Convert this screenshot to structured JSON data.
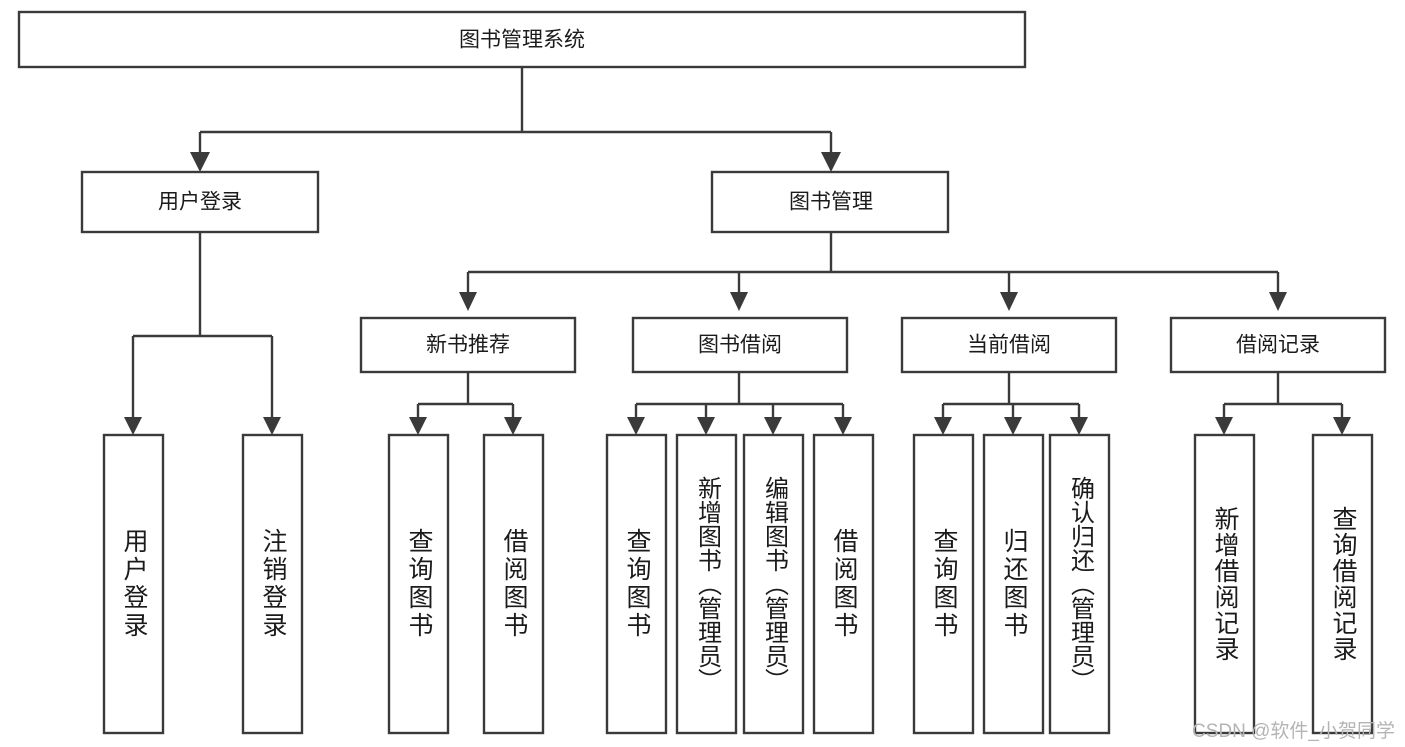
{
  "diagram": {
    "type": "tree-hierarchy",
    "title": "图书管理系统",
    "levels": {
      "root": {
        "label": "图书管理系统"
      },
      "level2": [
        {
          "id": "user-login",
          "label": "用户登录"
        },
        {
          "id": "book-management",
          "label": "图书管理"
        }
      ],
      "level3": [
        {
          "id": "new-book-recommend",
          "label": "新书推荐"
        },
        {
          "id": "book-borrow",
          "label": "图书借阅"
        },
        {
          "id": "current-borrow",
          "label": "当前借阅"
        },
        {
          "id": "borrow-record",
          "label": "借阅记录"
        }
      ],
      "leaves": [
        {
          "id": "leaf-user-login",
          "label": "用户登录",
          "parent": "user-login"
        },
        {
          "id": "leaf-user-logout",
          "label": "注销登录",
          "parent": "user-login"
        },
        {
          "id": "leaf-query-book-1",
          "label": "查询图书",
          "parent": "new-book-recommend"
        },
        {
          "id": "leaf-borrow-book-1",
          "label": "借阅图书",
          "parent": "new-book-recommend"
        },
        {
          "id": "leaf-query-book-2",
          "label": "查询图书",
          "parent": "book-borrow"
        },
        {
          "id": "leaf-add-book",
          "label": "新增图书（管理员）",
          "parent": "book-borrow"
        },
        {
          "id": "leaf-edit-book",
          "label": "编辑图书（管理员）",
          "parent": "book-borrow"
        },
        {
          "id": "leaf-borrow-book-2",
          "label": "借阅图书",
          "parent": "book-borrow"
        },
        {
          "id": "leaf-query-book-3",
          "label": "查询图书",
          "parent": "current-borrow"
        },
        {
          "id": "leaf-return-book",
          "label": "归还图书",
          "parent": "current-borrow"
        },
        {
          "id": "leaf-confirm-return",
          "label": "确认归还（管理员）",
          "parent": "current-borrow"
        },
        {
          "id": "leaf-add-record",
          "label": "新增借阅记录",
          "parent": "borrow-record"
        },
        {
          "id": "leaf-query-record",
          "label": "查询借阅记录",
          "parent": "borrow-record"
        }
      ]
    },
    "colors": {
      "stroke": "#3a3a3a",
      "fill": "#ffffff",
      "text": "#1b1b1b",
      "watermark": "#b4b4b4"
    }
  },
  "watermark": {
    "text": "CSDN @软件_小贺同学"
  }
}
